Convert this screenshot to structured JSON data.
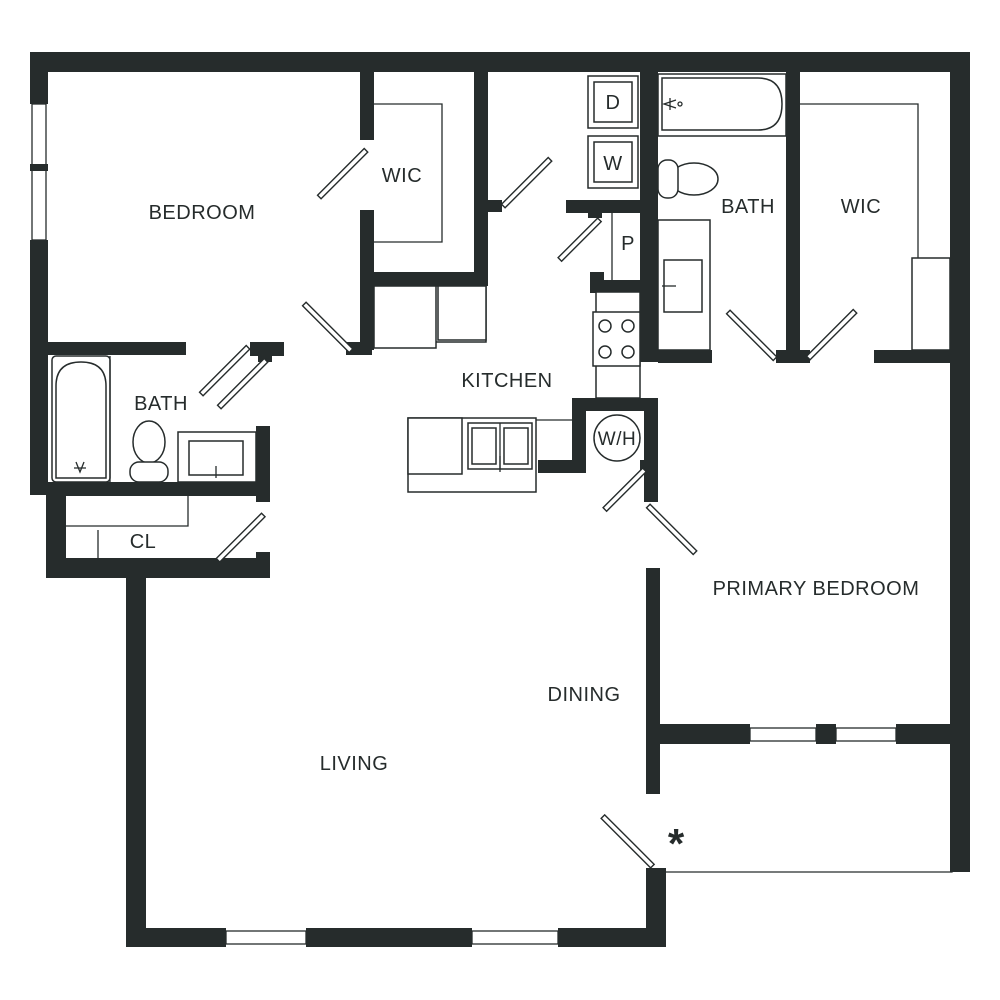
{
  "rooms": {
    "bedroom": "BEDROOM",
    "wic_left": "WIC",
    "bath_left": "BATH",
    "closet": "CL",
    "kitchen": "KITCHEN",
    "dryer": "D",
    "washer": "W",
    "pantry": "P",
    "water_heater": "W/H",
    "bath_right": "BATH",
    "wic_right": "WIC",
    "primary_bedroom": "PRIMARY BEDROOM",
    "dining": "DINING",
    "living": "LIVING"
  },
  "patio_marker": "*",
  "colors": {
    "wall": "#262c2c",
    "background": "#ffffff"
  }
}
